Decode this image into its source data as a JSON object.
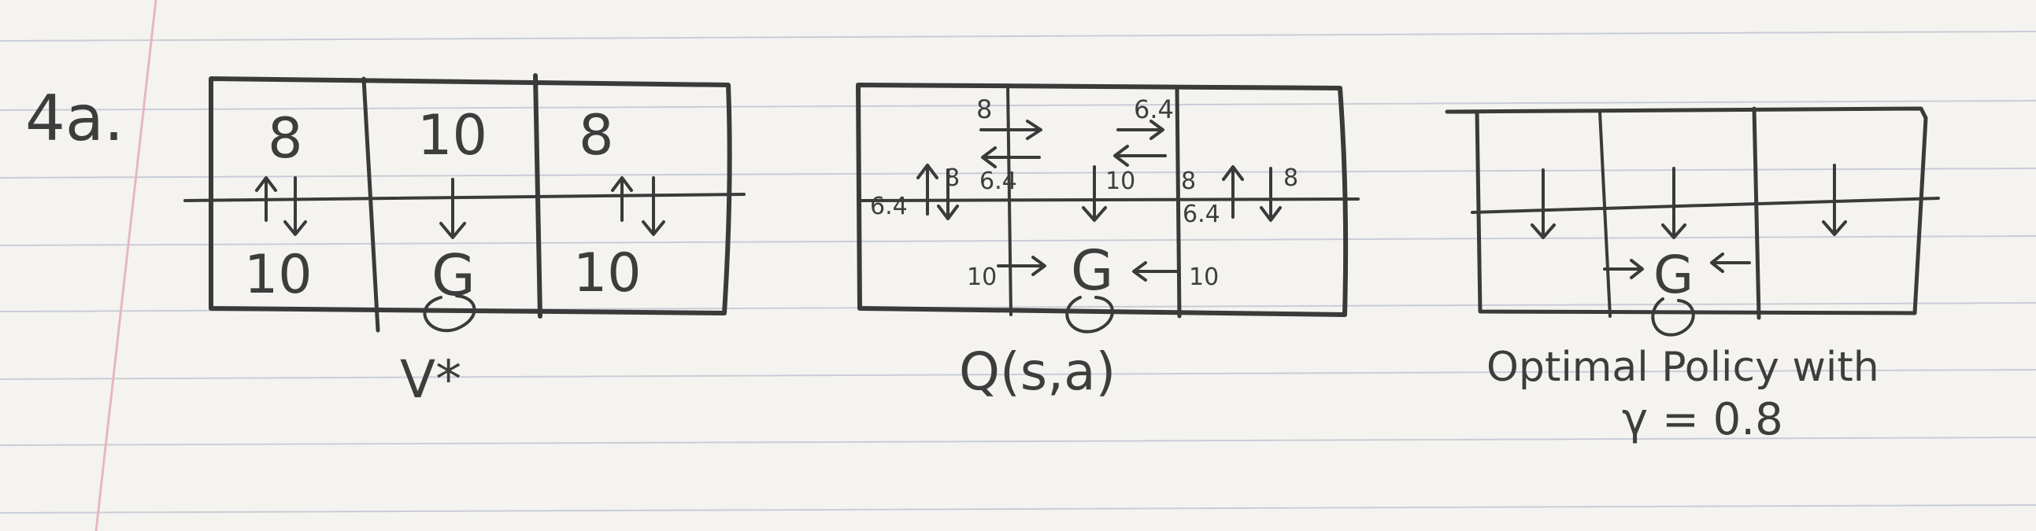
{
  "problem_label": "4a.",
  "value_grid": {
    "caption": "V*",
    "top_row": [
      "8",
      "10",
      "8"
    ],
    "bottom_row": [
      "10",
      "G",
      "10"
    ]
  },
  "q_grid": {
    "caption": "Q(s,a)",
    "q_values": {
      "top_left_right": "8",
      "top_right_left": "6.4",
      "mid_left_up": "6.4",
      "mid_left_down": "8",
      "mid_center_up": "6.4",
      "mid_center_down": "10",
      "mid_right_down": "8",
      "mid_right_up": "6.4",
      "mid_right_down2": "8",
      "bottom_left_right": "10",
      "bottom_right_left": "10"
    },
    "goal": "G"
  },
  "policy_grid": {
    "caption_line1": "Optimal Policy with",
    "caption_line2": "γ = 0.8",
    "goal": "G"
  },
  "colors": {
    "paper": "#f4f3f0",
    "rule_line": "#c9cdd6",
    "margin_line": "#e7b7c0",
    "ink": "#3a3a3a"
  }
}
